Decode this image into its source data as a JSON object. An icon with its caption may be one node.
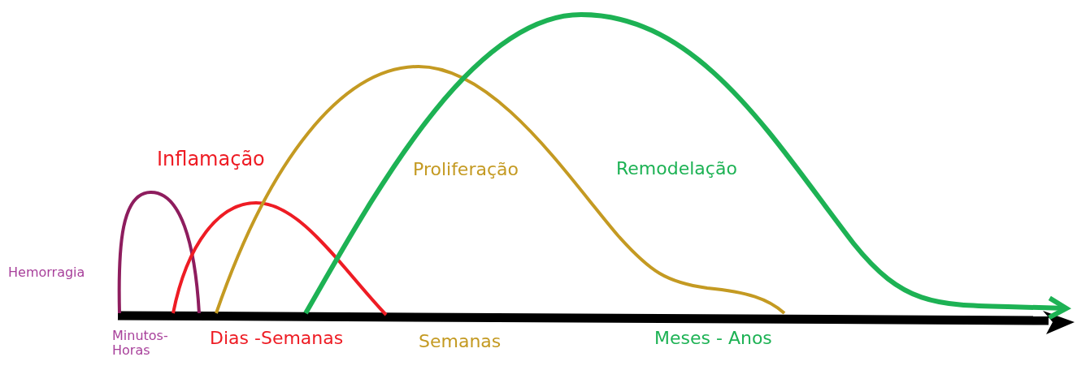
{
  "diagram": {
    "labels": [
      "Hemorragia",
      "Inflamação",
      "Proliferação",
      "Remodelação",
      "Minutos- Horas",
      "Dias -Semanas",
      "Semanas",
      "Meses - Anos"
    ]
  }
}
